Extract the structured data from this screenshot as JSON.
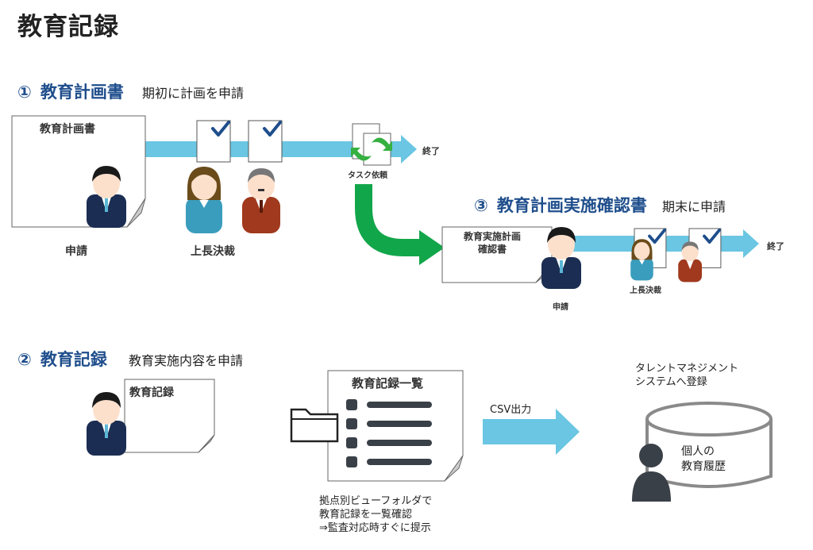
{
  "title": "教育記録",
  "section1": {
    "number": "①",
    "title": "教育計画書",
    "subtitle": "期初に計画を申請",
    "doc_label": "教育計画書",
    "applicant_label": "申請",
    "approver_label": "上長決裁",
    "task_label": "タスク依頼",
    "end_label": "終了"
  },
  "section3": {
    "number": "③",
    "title": "教育計画実施確認書",
    "subtitle": "期末に申請",
    "doc_label_line1": "教育実施計画",
    "doc_label_line2": "確認書",
    "applicant_label": "申請",
    "approver_label": "上長決裁",
    "end_label": "終了"
  },
  "section2": {
    "number": "②",
    "title": "教育記録",
    "subtitle": "教育実施内容を申請",
    "doc_label": "教育記録",
    "list_doc_label": "教育記録一覧",
    "csv_label": "CSV出力",
    "talent_line1": "タレントマネジメント",
    "talent_line2": "システムへ登録",
    "db_line1": "個人の",
    "db_line2": "教育履歴",
    "note_line1": "拠点別ビューフォルダで",
    "note_line2": "教育記録を一覧確認",
    "note_line3": "⇒監査対応時すぐに提示"
  },
  "colors": {
    "accent_blue": "#1f4e8c",
    "arrow_blue": "#6ac6e2",
    "arrow_green": "#12a64a",
    "suit_navy": "#1b2d52",
    "skin": "#fde0cc",
    "hair": "#1a1a1a",
    "approver_teal": "#3a9dbd",
    "approver_brown": "#a0391d",
    "db_person": "#3a4047"
  }
}
